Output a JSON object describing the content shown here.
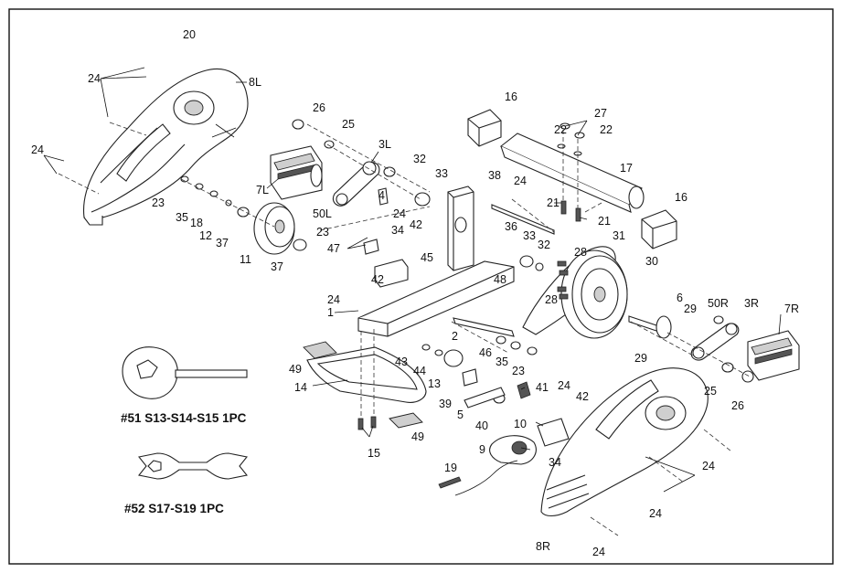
{
  "callouts": {
    "c20": "20",
    "c24_a": "24",
    "c8L": "8L",
    "c24_b": "24",
    "c26_a": "26",
    "c25_a": "25",
    "c3L": "3L",
    "c7L": "7L",
    "c32_a": "32",
    "c33_a": "33",
    "c16_a": "16",
    "c22_a": "22",
    "c27": "27",
    "c22_b": "22",
    "c17": "17",
    "c38": "38",
    "c24_c": "24",
    "c21_a": "21",
    "c16_b": "16",
    "c21_b": "21",
    "c23_a": "23",
    "c35_a": "35",
    "c18": "18",
    "c12": "12",
    "c37_a": "37",
    "c11": "11",
    "c37_b": "37",
    "c50L": "50L",
    "c4": "4",
    "c24_d": "24",
    "c42_a": "42",
    "c36": "36",
    "c34_a": "34",
    "c33_b": "33",
    "c32_b": "32",
    "c31": "31",
    "c23_b": "23",
    "c47": "47",
    "c45": "45",
    "c28_a": "28",
    "c30": "30",
    "c24_e": "24",
    "c42_b": "42",
    "c48": "48",
    "c28_b": "28",
    "c6": "6",
    "c29_a": "29",
    "c50R": "50R",
    "c3R": "3R",
    "c7R": "7R",
    "c1": "1",
    "c2": "2",
    "c29_b": "29",
    "c49_a": "49",
    "c43": "43",
    "c44": "44",
    "c46": "46",
    "c35_b": "35",
    "c23_c": "23",
    "c14": "14",
    "c13": "13",
    "c41": "41",
    "c24_f": "24",
    "c42_c": "42",
    "c25_b": "25",
    "c26_b": "26",
    "c39": "39",
    "c5": "5",
    "c40": "40",
    "c10": "10",
    "c49_b": "49",
    "c15": "15",
    "c9": "9",
    "c34_b": "34",
    "c24_g": "24",
    "c19": "19",
    "c24_h": "24",
    "c8R": "8R",
    "c24_i": "24"
  },
  "tools": {
    "wrench_51": "#51 S13-S14-S15 1PC",
    "wrench_52": "#52 S17-S19 1PC"
  }
}
